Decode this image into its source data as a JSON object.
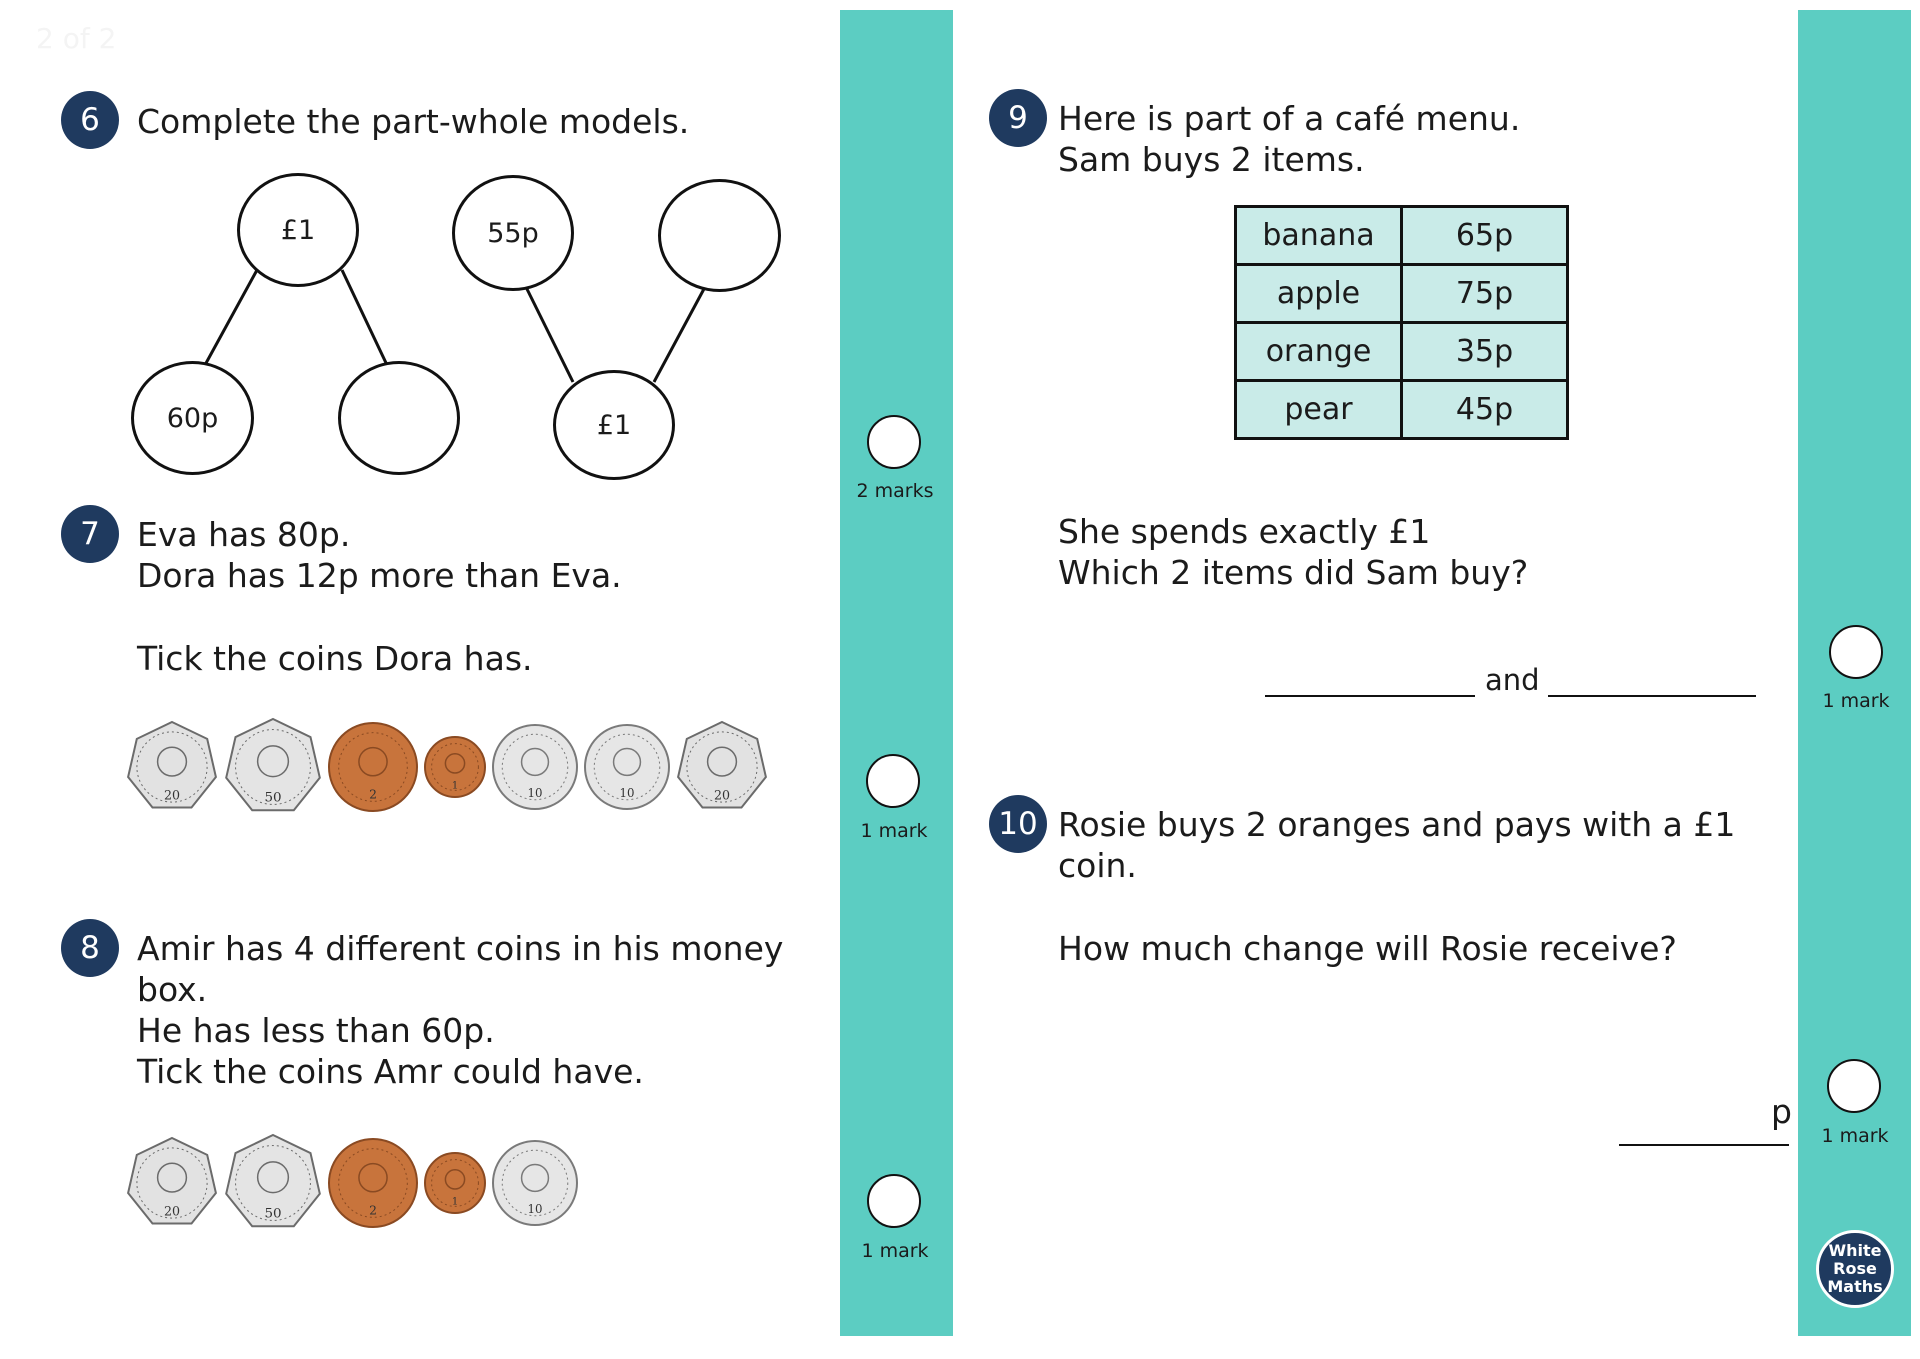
{
  "page_indicator": "2 of 2",
  "logo": {
    "line1": "White",
    "line2": "Rose",
    "line3": "Maths"
  },
  "q6": {
    "number": "6",
    "text": "Complete the part-whole models.",
    "model1": {
      "whole": "£1",
      "part_a": "60p",
      "part_b": ""
    },
    "model2": {
      "part_a": "55p",
      "part_b": "",
      "whole": "£1"
    },
    "marks": "2 marks"
  },
  "q7": {
    "number": "7",
    "line1": "Eva has 80p.",
    "line2": "Dora has 12p more than Eva.",
    "line3": "Tick the coins Dora has.",
    "coins": [
      {
        "value": "20",
        "type": "20p"
      },
      {
        "value": "50",
        "type": "50p"
      },
      {
        "value": "2",
        "type": "2p"
      },
      {
        "value": "1",
        "type": "1p"
      },
      {
        "value": "10",
        "type": "10p"
      },
      {
        "value": "10",
        "type": "10p"
      },
      {
        "value": "20",
        "type": "20p"
      }
    ],
    "marks": "1 mark"
  },
  "q8": {
    "number": "8",
    "line1": "Amir has 4 different coins in his money",
    "line2": "box.",
    "line3": "He has less than 60p.",
    "line4": "Tick the coins Amr could have.",
    "coins": [
      {
        "value": "20",
        "type": "20p"
      },
      {
        "value": "50",
        "type": "50p"
      },
      {
        "value": "2",
        "type": "2p"
      },
      {
        "value": "1",
        "type": "1p"
      },
      {
        "value": "10",
        "type": "10p"
      }
    ],
    "marks": "1 mark"
  },
  "q9": {
    "number": "9",
    "line1": "Here is part of a café menu.",
    "line2": "Sam buys 2 items.",
    "menu": [
      {
        "item": "banana",
        "price": "65p"
      },
      {
        "item": "apple",
        "price": "75p"
      },
      {
        "item": "orange",
        "price": "35p"
      },
      {
        "item": "pear",
        "price": "45p"
      }
    ],
    "line3": "She spends exactly £1",
    "line4": "Which 2 items did Sam buy?",
    "and_label": "and",
    "marks": "1 mark"
  },
  "q10": {
    "number": "10",
    "line1": "Rosie buys 2 oranges and pays with a £1",
    "line2": "coin.",
    "line3": "How much change will Rosie receive?",
    "unit": "p",
    "marks": "1 mark"
  },
  "colors": {
    "teal_strip": "#5ccdc2",
    "navy": "#1f3a5f",
    "menu_fill": "#c9ebe8",
    "copper": "#c8743c",
    "silver": "#d9d9d9"
  }
}
